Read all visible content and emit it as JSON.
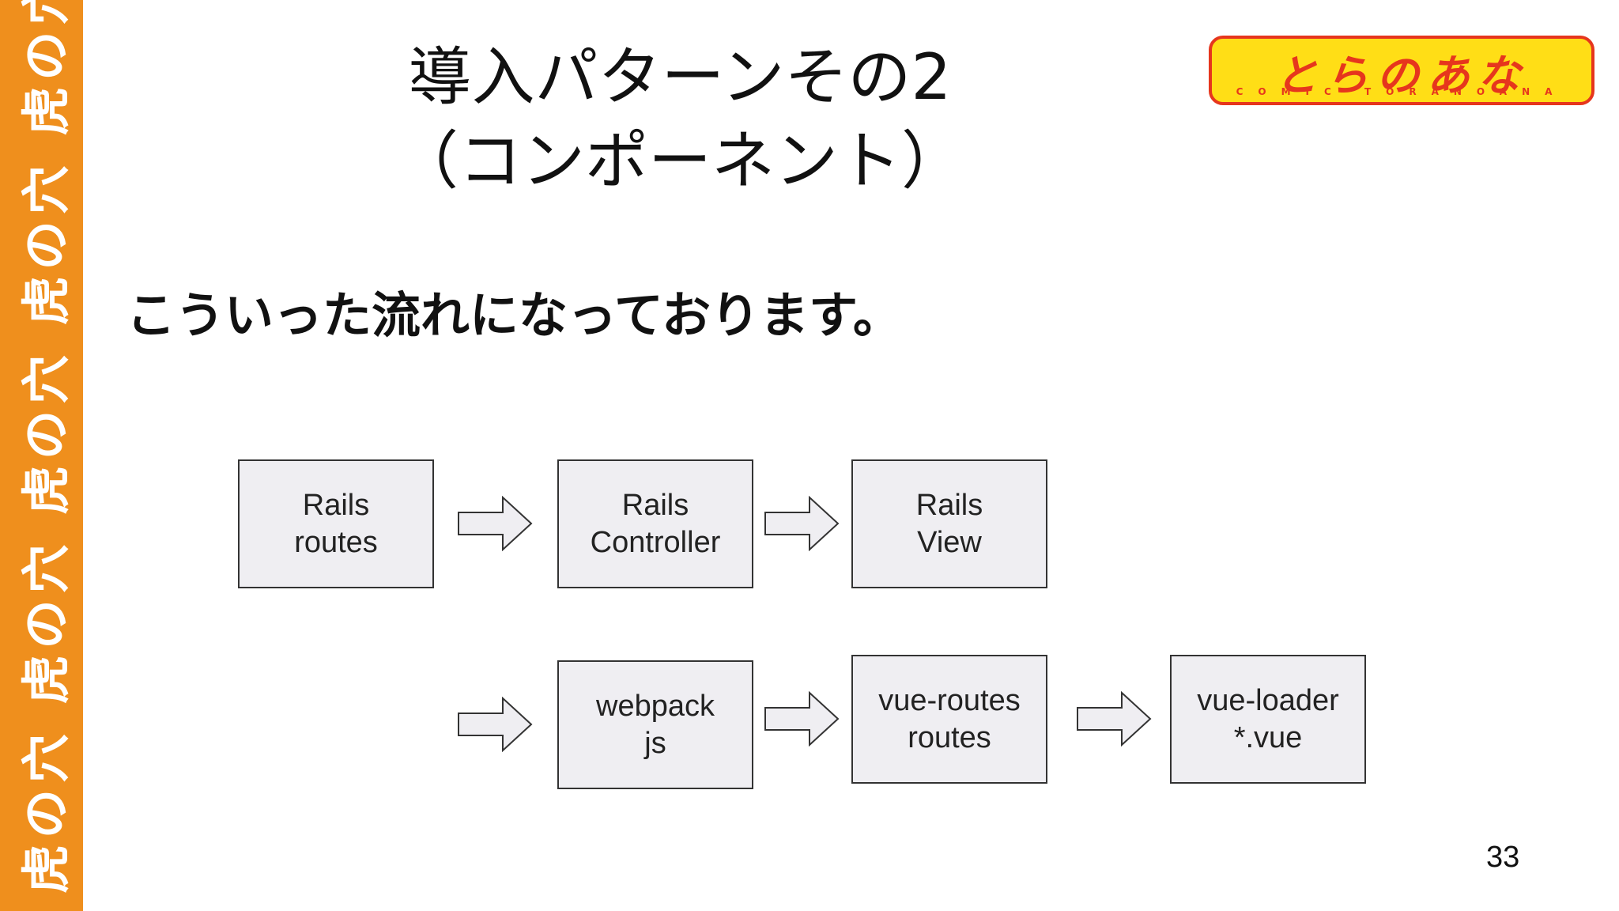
{
  "side_band": {
    "text": "虎の穴 虎の穴 虎の穴 虎の穴 虎の穴",
    "color": "#ef8f1d"
  },
  "title": {
    "line1": "導入パターンその2",
    "line2": "（コンポーネント）"
  },
  "logo": {
    "main": "とらのあな",
    "sub": "COMIC TORANOANA"
  },
  "subtitle": "こういった流れになっております。",
  "diagram": {
    "row1": [
      {
        "line1": "Rails",
        "line2": "routes"
      },
      {
        "line1": "Rails",
        "line2": "Controller"
      },
      {
        "line1": "Rails",
        "line2": "View"
      }
    ],
    "row2": [
      {
        "line1": "webpack",
        "line2": "js"
      },
      {
        "line1": "vue-routes",
        "line2": "routes"
      },
      {
        "line1": "vue-loader",
        "line2": "*.vue"
      }
    ]
  },
  "page_number": "33"
}
